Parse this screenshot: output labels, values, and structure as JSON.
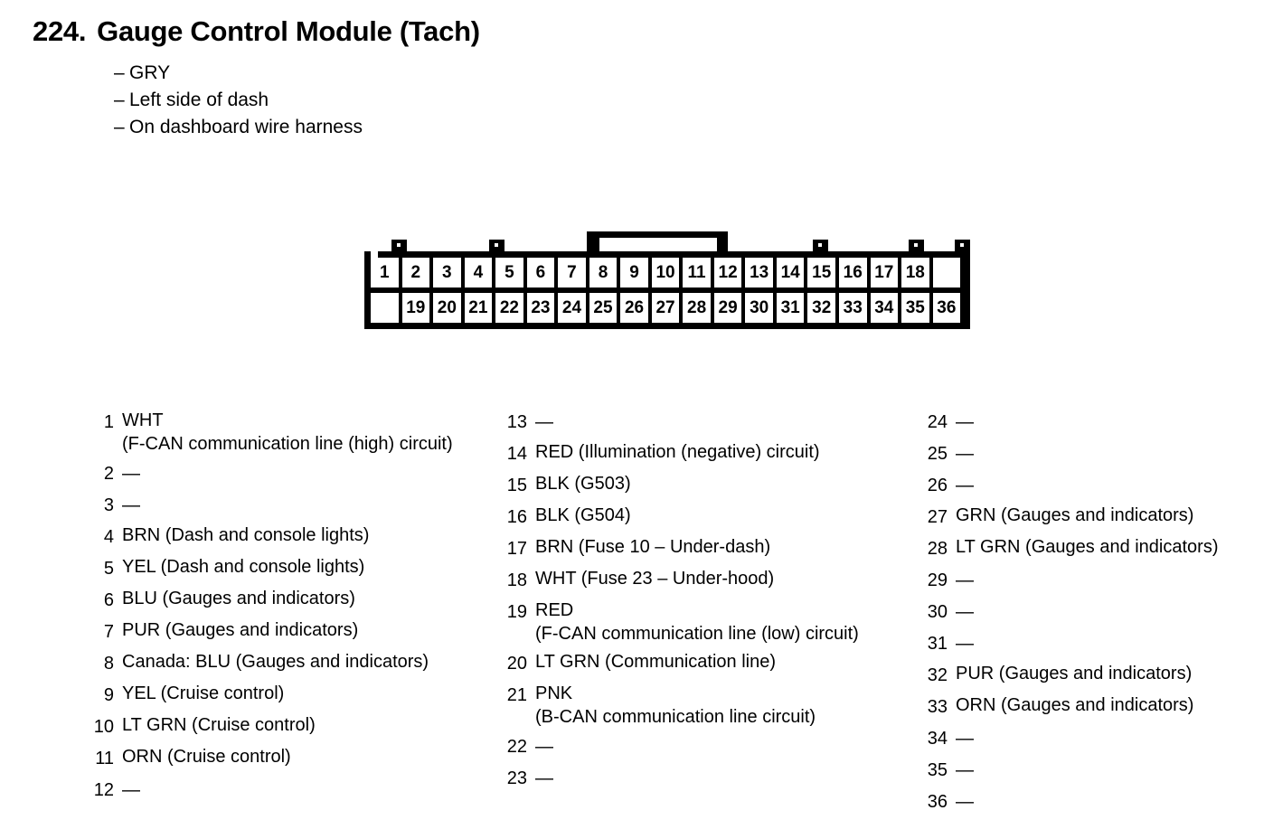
{
  "header": {
    "number": "224.",
    "title": "Gauge Control Module (Tach)",
    "bullets": [
      "GRY",
      "Left side of dash",
      "On dashboard wire harness"
    ],
    "bullet_dash": "–"
  },
  "connector": {
    "top_row_pins": [
      "1",
      "2",
      "3",
      "4",
      "5",
      "6",
      "7",
      "8",
      "9",
      "10",
      "11",
      "12",
      "13",
      "14",
      "15",
      "16",
      "17",
      "18"
    ],
    "bottom_row_pins": [
      "19",
      "20",
      "21",
      "22",
      "23",
      "24",
      "25",
      "26",
      "27",
      "28",
      "29",
      "30",
      "31",
      "32",
      "33",
      "34",
      "35",
      "36"
    ],
    "total_pins": 36,
    "outline_color": "#000000",
    "cell_color": "#ffffff"
  },
  "pin_list": {
    "column_1": [
      {
        "pin": "1",
        "desc": "WHT\n(F-CAN communication line (high) circuit)"
      },
      {
        "pin": "2",
        "desc": "—"
      },
      {
        "pin": "3",
        "desc": "—"
      },
      {
        "pin": "4",
        "desc": "BRN (Dash and console lights)"
      },
      {
        "pin": "5",
        "desc": "YEL (Dash and console lights)"
      },
      {
        "pin": "6",
        "desc": "BLU (Gauges and indicators)"
      },
      {
        "pin": "7",
        "desc": "PUR (Gauges and indicators)"
      },
      {
        "pin": "8",
        "desc": "Canada: BLU (Gauges and indicators)"
      },
      {
        "pin": "9",
        "desc": "YEL (Cruise control)"
      },
      {
        "pin": "10",
        "desc": "LT GRN (Cruise control)"
      },
      {
        "pin": "11",
        "desc": "ORN (Cruise control)"
      },
      {
        "pin": "12",
        "desc": "—"
      }
    ],
    "column_2": [
      {
        "pin": "13",
        "desc": "—"
      },
      {
        "pin": "14",
        "desc": "RED (Illumination (negative) circuit)"
      },
      {
        "pin": "15",
        "desc": "BLK (G503)"
      },
      {
        "pin": "16",
        "desc": "BLK (G504)"
      },
      {
        "pin": "17",
        "desc": "BRN (Fuse 10 – Under-dash)"
      },
      {
        "pin": "18",
        "desc": "WHT (Fuse 23 – Under-hood)"
      },
      {
        "pin": "19",
        "desc": "RED\n(F-CAN communication line (low) circuit)"
      },
      {
        "pin": "20",
        "desc": "LT GRN (Communication line)"
      },
      {
        "pin": "21",
        "desc": "PNK\n(B-CAN communication line circuit)"
      },
      {
        "pin": "22",
        "desc": "—"
      },
      {
        "pin": "23",
        "desc": "—"
      }
    ],
    "column_3": [
      {
        "pin": "24",
        "desc": "—"
      },
      {
        "pin": "25",
        "desc": "—"
      },
      {
        "pin": "26",
        "desc": "—"
      },
      {
        "pin": "27",
        "desc": "GRN (Gauges and indicators)"
      },
      {
        "pin": "28",
        "desc": "LT GRN (Gauges and indicators)"
      },
      {
        "pin": "29",
        "desc": "—"
      },
      {
        "pin": "30",
        "desc": "—"
      },
      {
        "pin": "31",
        "desc": "—"
      },
      {
        "pin": "32",
        "desc": "PUR (Gauges and indicators)"
      },
      {
        "pin": "33",
        "desc": "ORN (Gauges and indicators)"
      },
      {
        "pin": "34",
        "desc": "—"
      },
      {
        "pin": "35",
        "desc": "—"
      },
      {
        "pin": "36",
        "desc": "—"
      }
    ]
  }
}
